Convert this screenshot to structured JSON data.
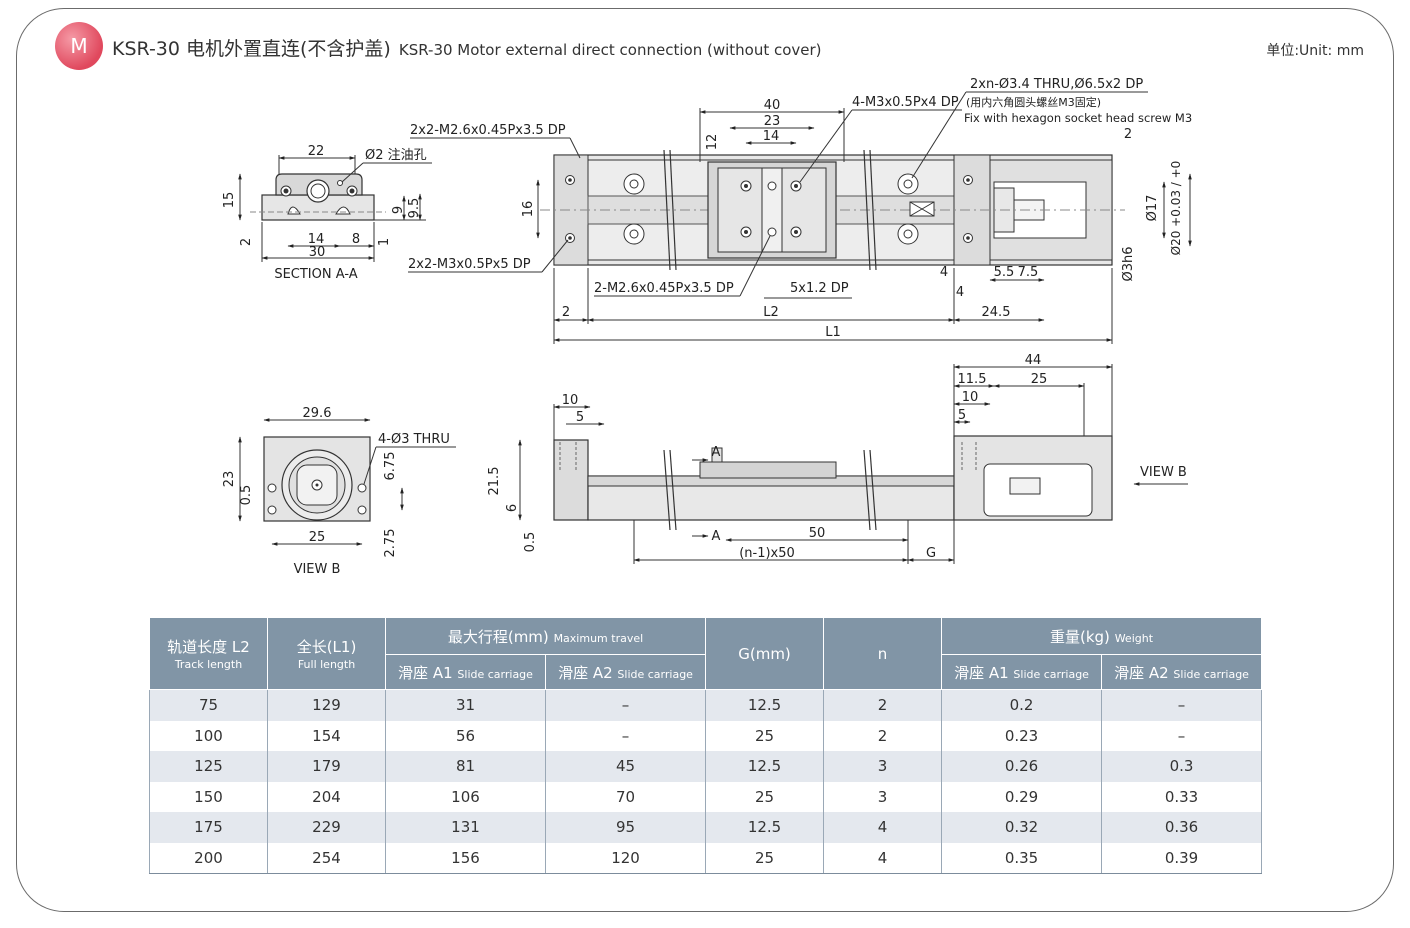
{
  "header": {
    "badge": "M",
    "title_cn": "KSR-30 电机外置直连(不含护盖)",
    "title_en": "KSR-30 Motor  external direct connection (without cover)",
    "unit": "单位:Unit: mm"
  },
  "drawing": {
    "section_aa": {
      "dims": [
        "22",
        "Ø2 注油孔",
        "15",
        "2",
        "14",
        "8",
        "30",
        "9",
        "9.5",
        "1"
      ],
      "caption": "SECTION A-A"
    },
    "top_view": {
      "callouts": [
        "2x2-M2.6x0.45Px3.5 DP",
        "4-M3x0.5Px4 DP",
        "2xn-Ø3.4 THRU,Ø6.5x2 DP",
        "(用内六角圆头螺丝M3固定)",
        "Fix with hexagon socket head screw M3",
        "2x2-M3x0.5Px5 DP",
        "2-M2.6x0.45Px3.5 DP",
        "5x1.2 DP"
      ],
      "dims": [
        "40",
        "23",
        "14",
        "12",
        "16",
        "2",
        "4",
        "4",
        "5.5",
        "7.5",
        "Ø17",
        "Ø20 +0.03 / +0",
        "Ø3h6",
        "2",
        "L2",
        "24.5",
        "L1"
      ]
    },
    "view_b": {
      "dims": [
        "29.6",
        "4-Ø3 THRU",
        "23",
        "0.5",
        "6.75",
        "25",
        "2.75"
      ],
      "caption": "VIEW B"
    },
    "side_view": {
      "dims": [
        "10",
        "5",
        "21.5",
        "6",
        "0.5",
        "A",
        "A",
        "50",
        "(n-1)x50",
        "G",
        "44",
        "11.5",
        "25",
        "10",
        "5"
      ],
      "view_label": "VIEW B"
    }
  },
  "table": {
    "headers": {
      "l2_cn": "轨道长度 L2",
      "l2_en": "Track length",
      "l1_cn": "全长(L1)",
      "l1_en": "Full length",
      "travel_cn": "最大行程(mm)",
      "travel_en": "Maximum travel",
      "a1_cn": "滑座 A1",
      "a1_en": "Slide carriage",
      "a2_cn": "滑座 A2",
      "a2_en": "Slide carriage",
      "g": "G(mm)",
      "n": "n",
      "weight_cn": "重量(kg)",
      "weight_en": "Weight",
      "wa1_cn": "滑座 A1",
      "wa1_en": "Slide carriage",
      "wa2_cn": "滑座 A2",
      "wa2_en": "Slide carriage"
    },
    "rows": [
      [
        "75",
        "129",
        "31",
        "–",
        "12.5",
        "2",
        "0.2",
        "–"
      ],
      [
        "100",
        "154",
        "56",
        "–",
        "25",
        "2",
        "0.23",
        "–"
      ],
      [
        "125",
        "179",
        "81",
        "45",
        "12.5",
        "3",
        "0.26",
        "0.3"
      ],
      [
        "150",
        "204",
        "106",
        "70",
        "25",
        "3",
        "0.29",
        "0.33"
      ],
      [
        "175",
        "229",
        "131",
        "95",
        "12.5",
        "4",
        "0.32",
        "0.36"
      ],
      [
        "200",
        "254",
        "156",
        "120",
        "25",
        "4",
        "0.35",
        "0.39"
      ]
    ]
  }
}
